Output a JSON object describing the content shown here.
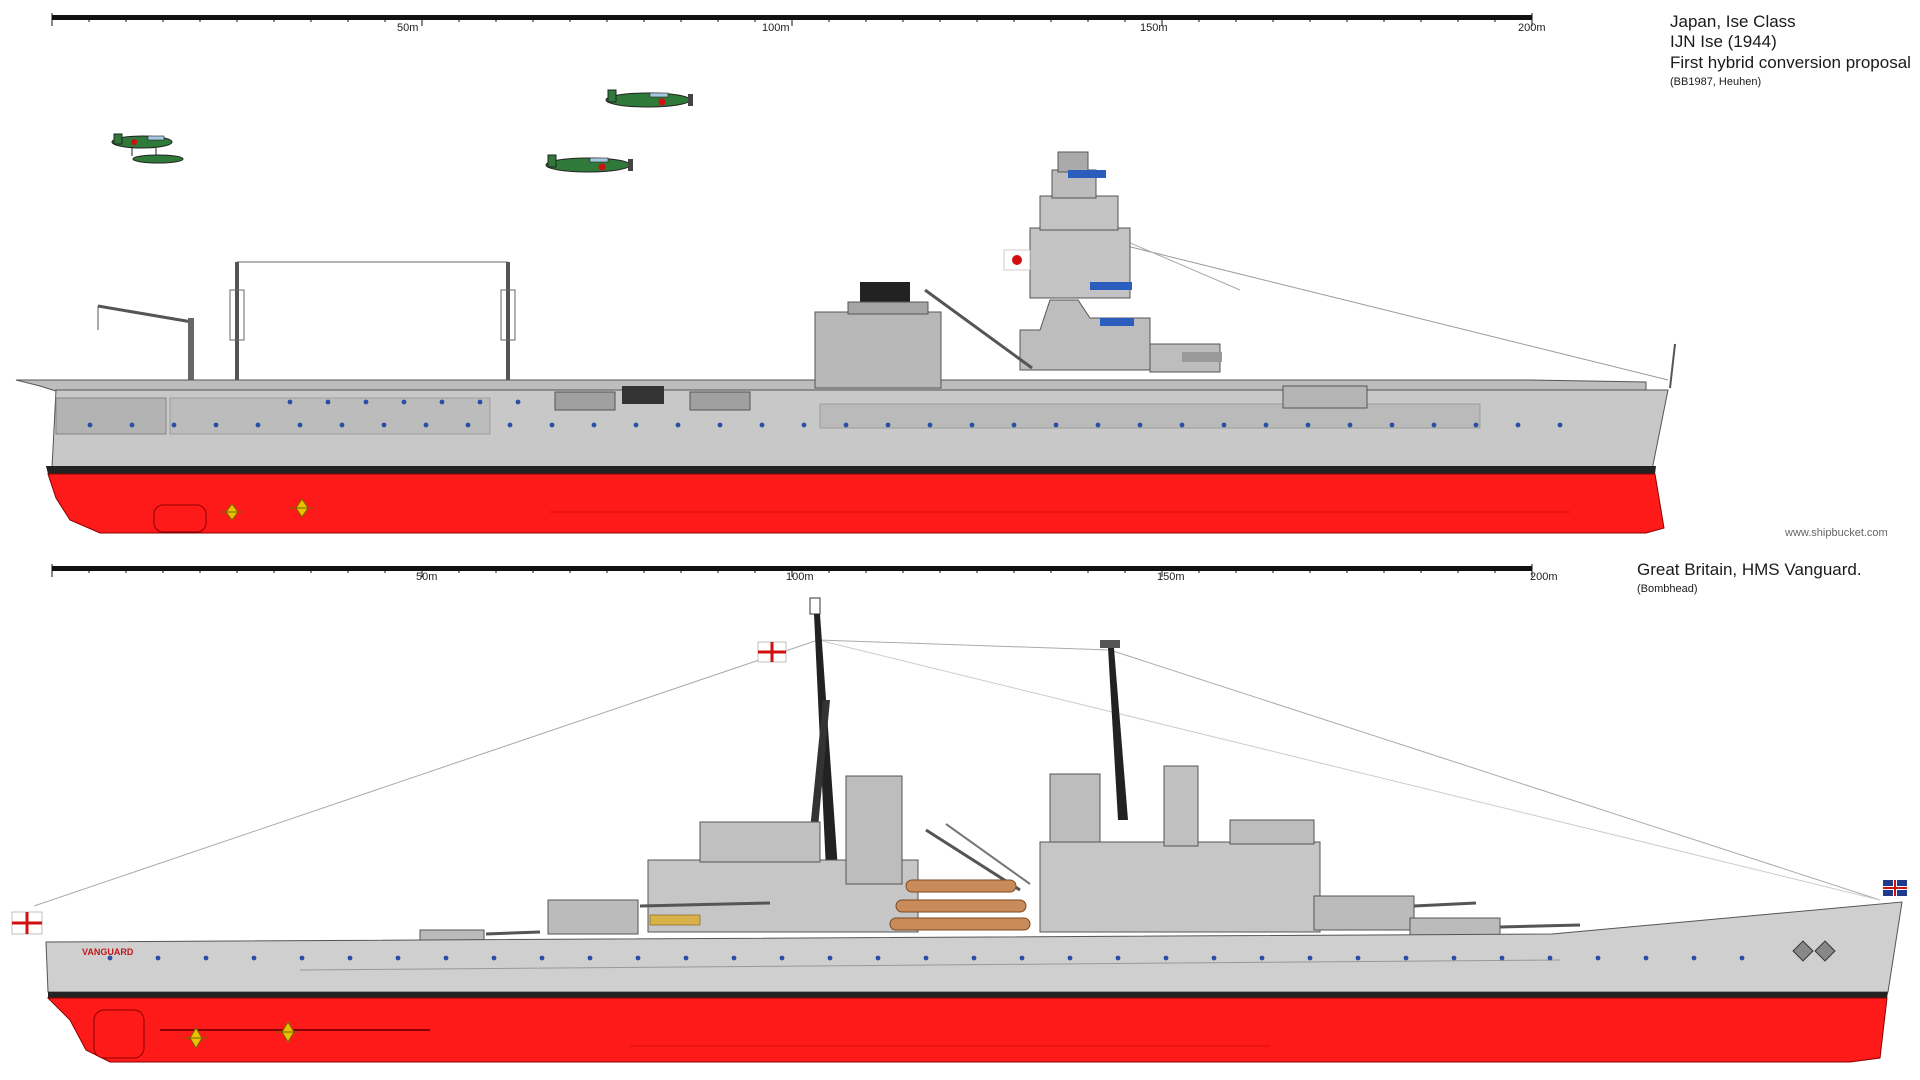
{
  "top_drawing": {
    "caption": {
      "line1": "Japan, Ise Class",
      "line2": "IJN Ise (1944)",
      "line3": "First hybrid conversion proposal",
      "credit": "(BB1987, Heuhen)"
    },
    "scale_labels": [
      "50m",
      "100m",
      "150m",
      "200m"
    ],
    "hull_color": "#ff1a1a",
    "upper_color": "#c8c8c8"
  },
  "bottom_drawing": {
    "caption": {
      "line1": "Great Britain, HMS Vanguard.",
      "credit": "(Bombhead)"
    },
    "scale_labels": [
      "50m",
      "100m",
      "150m",
      "200m"
    ],
    "bow_name": "VANGUARD",
    "hull_color": "#ff1a1a",
    "upper_color": "#cfcfcf"
  },
  "watermark": "www.shipbucket.com"
}
